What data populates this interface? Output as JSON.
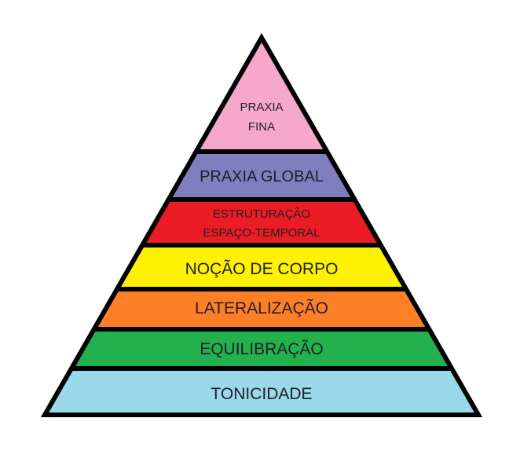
{
  "diagram": {
    "type": "pyramid",
    "outline_color": "#000000",
    "levels": [
      {
        "lines": [
          "PRAXIA",
          "FINA"
        ],
        "color": "#f6a8cc"
      },
      {
        "lines": [
          "PRAXIA GLOBAL"
        ],
        "color": "#7f7fc0"
      },
      {
        "lines": [
          "ESTRUTURAÇÃO",
          "ESPAÇO-TEMPORAL"
        ],
        "color": "#ec1c24"
      },
      {
        "lines": [
          "NOÇÃO DE CORPO"
        ],
        "color": "#fff200"
      },
      {
        "lines": [
          "LATERALIZAÇÃO"
        ],
        "color": "#ff7f27"
      },
      {
        "lines": [
          "EQUILIBRAÇÃO"
        ],
        "color": "#22b14c"
      },
      {
        "lines": [
          "TONICIDADE"
        ],
        "color": "#99d9ea"
      }
    ]
  }
}
